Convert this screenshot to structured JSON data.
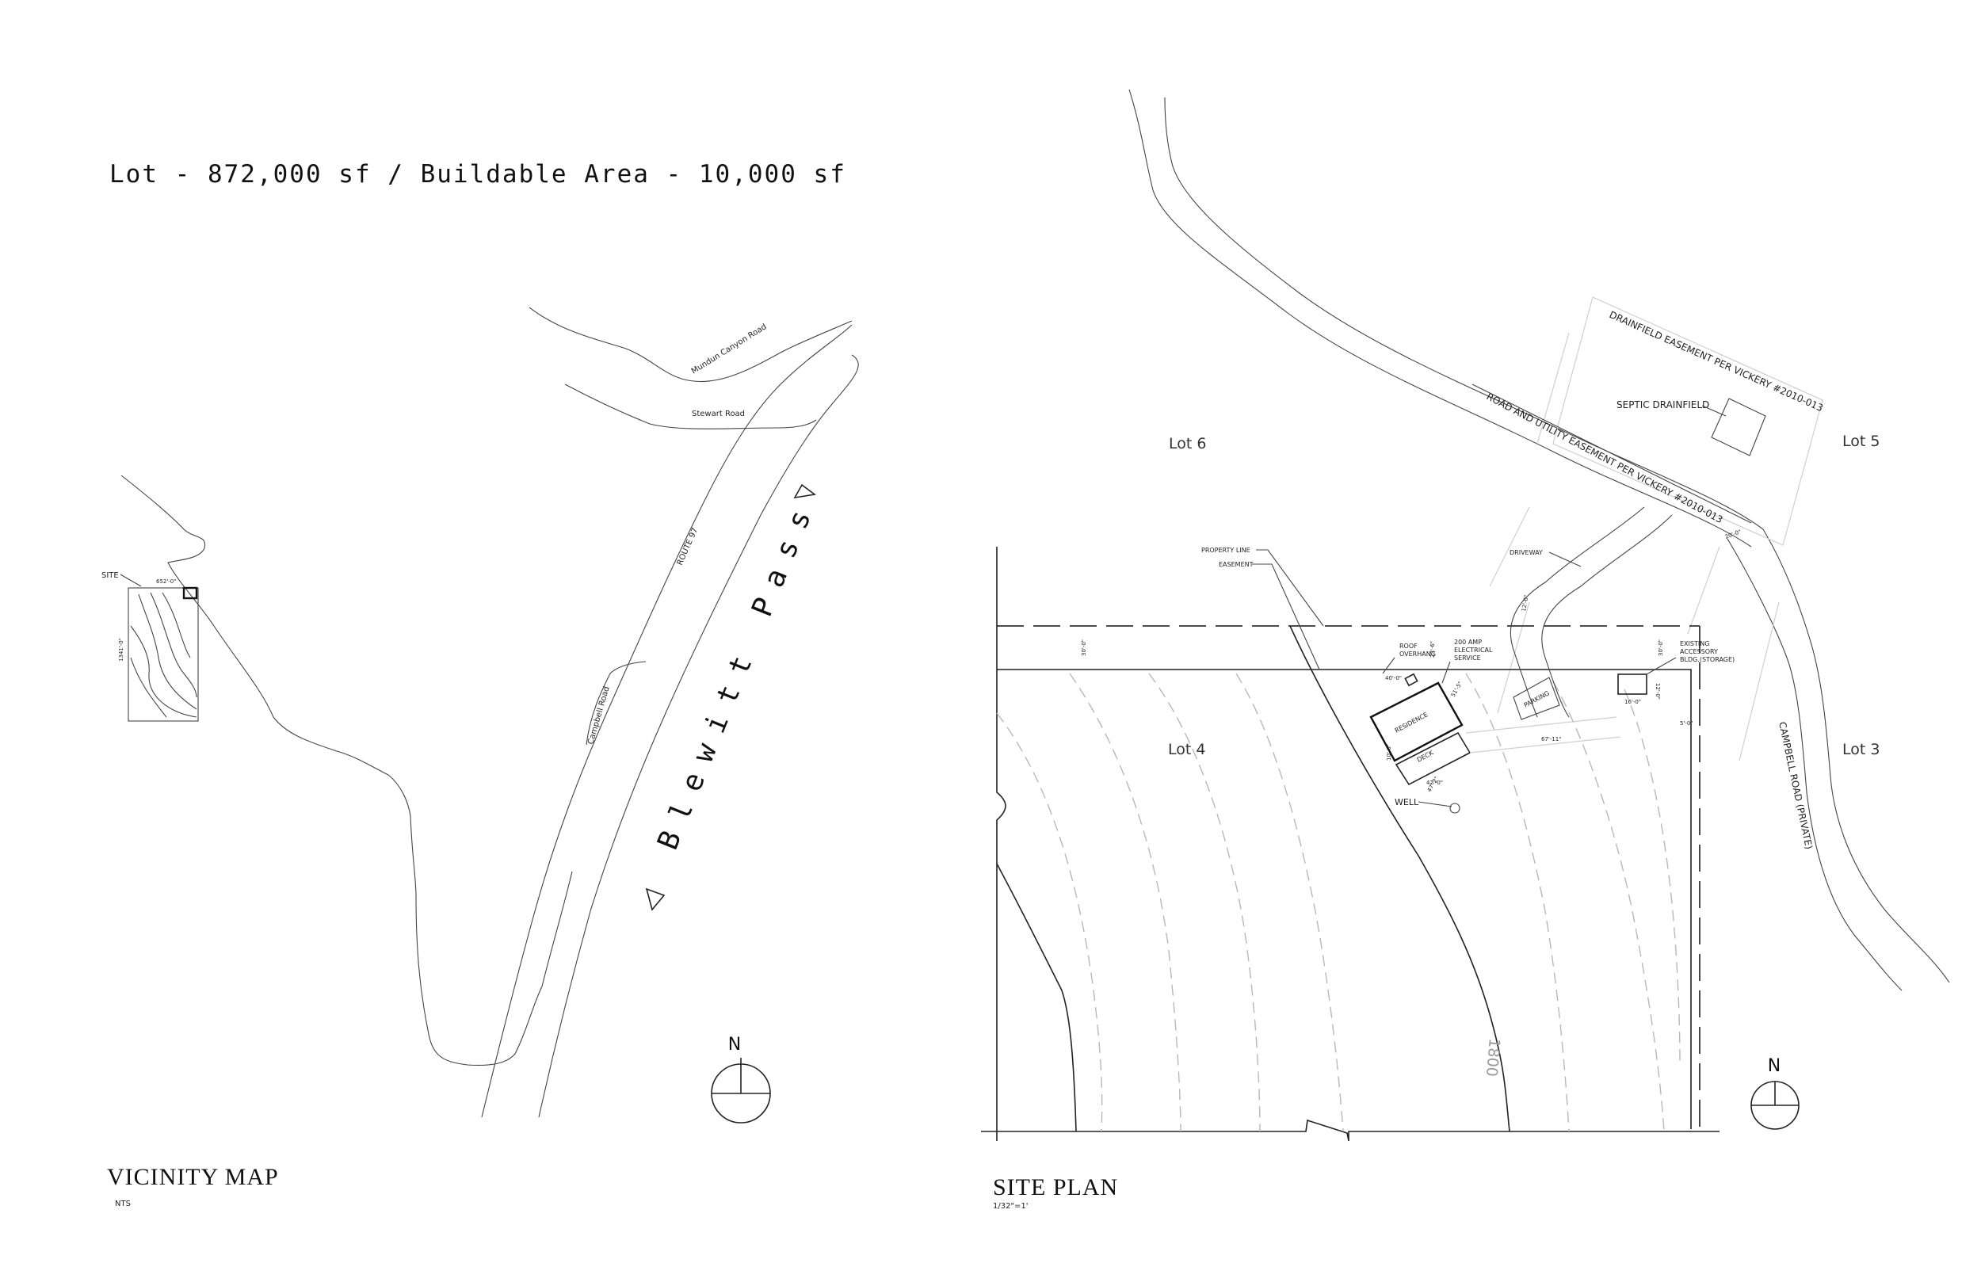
{
  "header": {
    "summary": "Lot - 872,000 sf / Buildable Area - 10,000 sf"
  },
  "vicinity": {
    "title": "VICINITY MAP",
    "scale": "NTS",
    "pass_label": "Blewitt Pass",
    "roads": [
      "Mundun Canyon Road",
      "Stewart Road",
      "ROUTE 97",
      "Campbell Road"
    ],
    "site_label": "SITE",
    "inset_width": "652'-0\"",
    "inset_height": "1341'-0\"",
    "north": "N"
  },
  "site_plan": {
    "title": "SITE PLAN",
    "scale": "1/32\"=1'",
    "north": "N",
    "lots": [
      "Lot 6",
      "Lot 5",
      "Lot 4",
      "Lot 3"
    ],
    "easements": {
      "drainfield": "DRAINFIELD EASEMENT PER VICKERY #2010-013",
      "road_utility": "ROAD AND UTILITY EASEMENT PER VICKERY #2010-013"
    },
    "labels": {
      "septic": "SEPTIC DRAINFIELD",
      "property_line": "PROPERTY LINE",
      "easement": "EASEMENT",
      "driveway": "DRIVEWAY",
      "roof_overhang": [
        "ROOF",
        "OVERHANG"
      ],
      "electrical": [
        "200 AMP",
        "ELECTRICAL",
        "SERVICE"
      ],
      "accessory": [
        "EXISTING",
        "ACCESSORY",
        "BLDG.(STORAGE)"
      ],
      "residence": "RESIDENCE",
      "deck": "DECK",
      "parking": "PARKING",
      "well": "WELL",
      "campbell": "CAMPBELL ROAD (PRIVATE)",
      "contour": "1800"
    },
    "dims": {
      "setback_left": "30'-0\"",
      "setback_mid": "30'-0\"",
      "to_accessory": "67'-11\"",
      "accessory_w": "16'-0\"",
      "accessory_h": "12'-0\"",
      "res_side": "51'-5\"",
      "res_top": "40'-0\"",
      "deck_w": "42'-0\"",
      "well_dist": "47'-2\"",
      "drive_w": "12'-0\"",
      "road_w": "20'-0\"",
      "side_setback": "5'-0\"",
      "res_dim": "23'-6\"",
      "small": "10'-0\""
    }
  }
}
